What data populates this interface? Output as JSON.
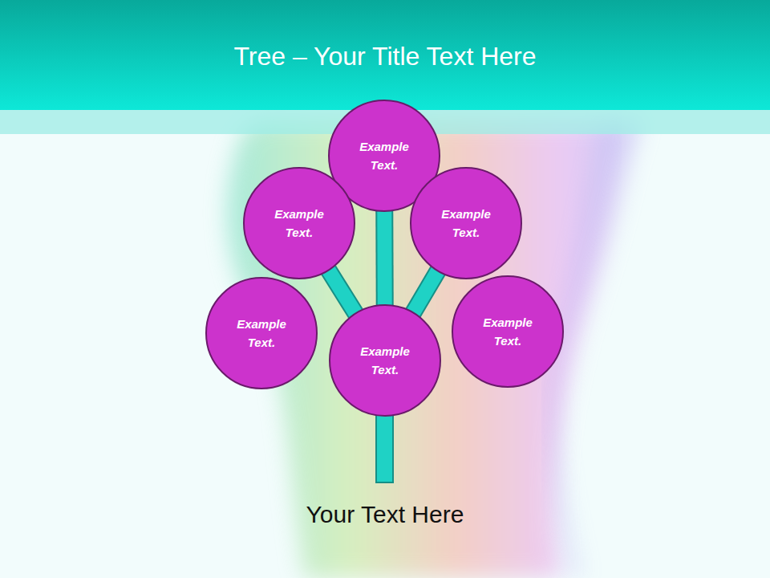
{
  "diagram": {
    "title": "Tree – Your Title Text Here",
    "caption": "Your Text Here",
    "nodes": [
      {
        "text": [
          "Example Text."
        ]
      },
      {
        "text": [
          "Example Text."
        ]
      },
      {
        "text": [
          "Example Text."
        ]
      },
      {
        "text": [
          "Example Text."
        ]
      },
      {
        "text": [
          "Example Text."
        ]
      },
      {
        "text": [
          "Example Text."
        ]
      }
    ],
    "edges": [
      {
        "from": 4,
        "to": 0,
        "arrow": "none"
      },
      {
        "from": 4,
        "to": 1,
        "arrow": "none"
      },
      {
        "from": 4,
        "to": 2,
        "arrow": "none"
      }
    ]
  }
}
